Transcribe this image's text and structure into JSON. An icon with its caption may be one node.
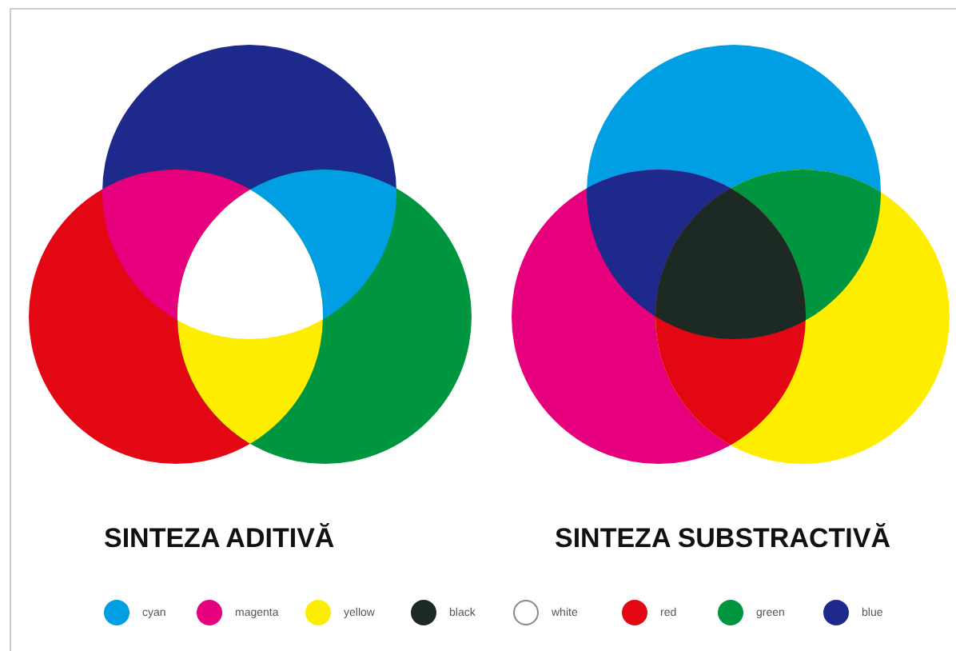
{
  "diagram": {
    "labels": [
      "SINTEZA ADITIVĂ",
      "SINTEZA SUBSTRACTIVĂ"
    ],
    "legend": [
      {
        "text": "cyan",
        "color": "#009fe3"
      },
      {
        "text": "magenta",
        "color": "#e6007e"
      },
      {
        "text": "yellow",
        "color": "#ffed00"
      },
      {
        "text": "black",
        "color": "#1d2a24"
      },
      {
        "text": "white",
        "color": "#ffffff"
      },
      {
        "text": "red",
        "color": "#e30613"
      },
      {
        "text": "green",
        "color": "#009640"
      },
      {
        "text": "blue",
        "color": "#1d2a8c"
      }
    ]
  }
}
